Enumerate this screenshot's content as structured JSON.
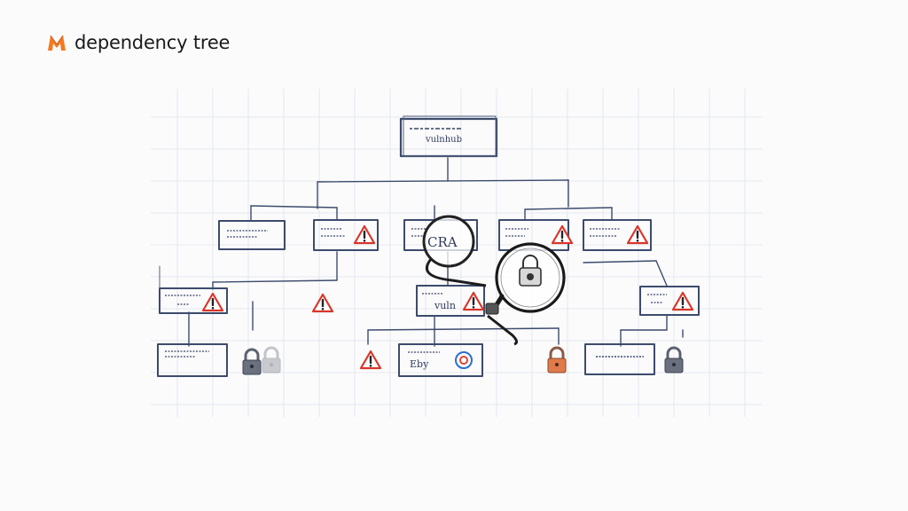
{
  "header": {
    "brand_name": "dependency tree",
    "logo_color": "#f47a20"
  },
  "diagram": {
    "root_node": {
      "label": "",
      "sublabel": "vulnhub"
    },
    "nodes": {
      "mag_text": "CRA",
      "mid_label": "vuln",
      "bottom_mid_label": "Eby",
      "lens_icon": "padlock-icon"
    },
    "colors": {
      "ink": "#3d4b6c",
      "warning": "#d9362b",
      "lock_gray": "#5b6170",
      "lock_orange": "#e07a4a",
      "highlight_blue": "#2c6fd6"
    }
  }
}
